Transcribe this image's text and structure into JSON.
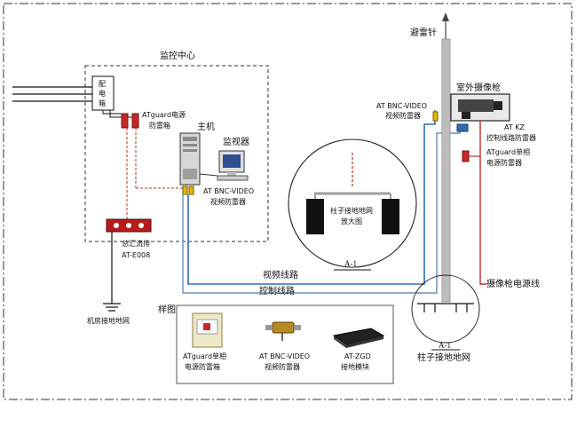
{
  "labels": {
    "lightning_rod": "避雷针",
    "monitor_center": "监控中心",
    "distribution_box": "配电箱",
    "atguard_power_box": [
      "ATguard电源",
      "防雷箱"
    ],
    "host": "主机",
    "monitor": "监视器",
    "bnc_protector_center": [
      "AT BNC-VIDEO",
      "视频防雷器"
    ],
    "busbar": [
      "总汇流排",
      "AT-E008"
    ],
    "room_ground": "机房接地地网",
    "outdoor_camera": "室外摄像枪",
    "bnc_protector_pole": [
      "AT BNC-VIDEO",
      "视频防雷器"
    ],
    "control_protector": [
      "AT KZ",
      "控制线路防雷器"
    ],
    "power_protector_pole": [
      "ATguard单相",
      "电源防雷器"
    ],
    "camera_power_line": "摄像枪电源线",
    "zoom_title": [
      "柱子接地地网",
      "放大图"
    ],
    "zoom_section": "A-1",
    "video_line": "视频线路",
    "control_line": "控制线路",
    "pillar_ground_section": "A-1",
    "pillar_ground": "柱子接地地网"
  },
  "samples": {
    "title": "样图",
    "items": [
      {
        "name": [
          "ATguard单相",
          "电源防雷箱"
        ]
      },
      {
        "name": [
          "AT BNC-VIDEO",
          "视频防雷器"
        ]
      },
      {
        "name": [
          "AT-ZGD",
          "接地模块"
        ]
      }
    ]
  },
  "colors": {
    "video_line": "#2f6db3",
    "control_line": "#6a8fb8",
    "ground_line": "#c62828",
    "power_line": "#c62828",
    "pole": "#bdbdbd"
  }
}
